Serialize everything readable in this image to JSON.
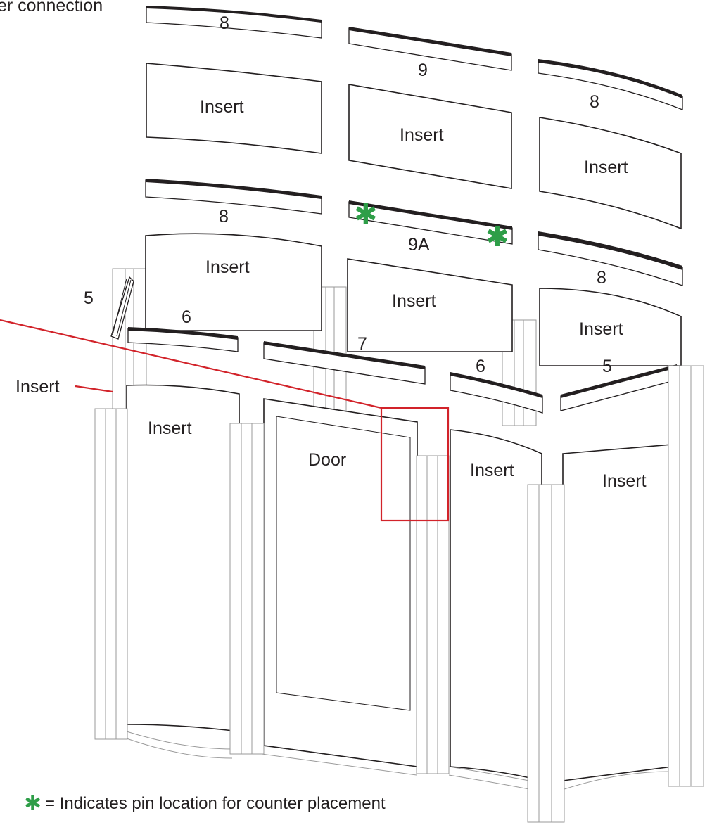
{
  "callout": {
    "top_left_text": "er connection",
    "insert_pointer_label": "Insert"
  },
  "labels": {
    "rail_top_left": "8",
    "rail_top_mid": "9",
    "rail_top_right": "8",
    "insert_upper_left": "Insert",
    "insert_upper_mid": "Insert",
    "insert_upper_right": "Insert",
    "rail_mid_left": "8",
    "rail_mid_mid": "9A",
    "rail_mid_right": "8",
    "insert_middle_left": "Insert",
    "insert_middle_mid": "Insert",
    "insert_middle_right": "Insert",
    "post_rail_left": "5",
    "rail_lower_left": "6",
    "rail_lower_mid": "7",
    "rail_lower_right_a": "6",
    "rail_lower_right_b": "5",
    "insert_lower_left": "Insert",
    "door": "Door",
    "insert_lower_mid": "Insert",
    "insert_lower_right": "Insert"
  },
  "legend": {
    "symbol": "✱",
    "text": "= Indicates pin location for counter placement"
  },
  "colors": {
    "pin_marker": "#2e9e48",
    "callout_line": "#d2232a",
    "line_art": "#231f20",
    "ghost_line": "#9a9a9a"
  }
}
